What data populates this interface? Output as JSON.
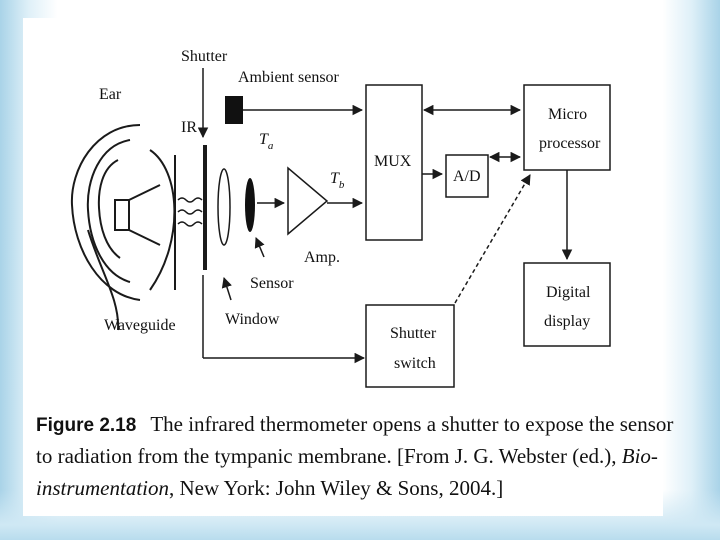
{
  "labels": {
    "ear": "Ear",
    "shutter": "Shutter",
    "ir": "IR",
    "ambient_sensor": "Ambient sensor",
    "ta_main": "T",
    "ta_sub": "a",
    "tb_main": "T",
    "tb_sub": "b",
    "mux": "MUX",
    "ad": "A/D",
    "micro_line1": "Micro",
    "micro_line2": "processor",
    "amp": "Amp.",
    "sensor": "Sensor",
    "window": "Window",
    "waveguide": "Waveguide",
    "shutter_switch_line1": "Shutter",
    "shutter_switch_line2": "switch",
    "digital_line1": "Digital",
    "digital_line2": "display"
  },
  "caption": {
    "figure_number": "Figure 2.18",
    "line1_text": "The infrared thermometer opens a shutter to expose the sensor",
    "line2_text": "to radiation from the tympanic membrane. [From J. G. Webster (ed.), ",
    "line2_italic": "Bio-",
    "line3_italic": "instrumentation",
    "line3_text": ", New York: John Wiley & Sons, 2004.]"
  },
  "colors": {
    "line": "#1a1a1a",
    "background": "#ffffff"
  }
}
